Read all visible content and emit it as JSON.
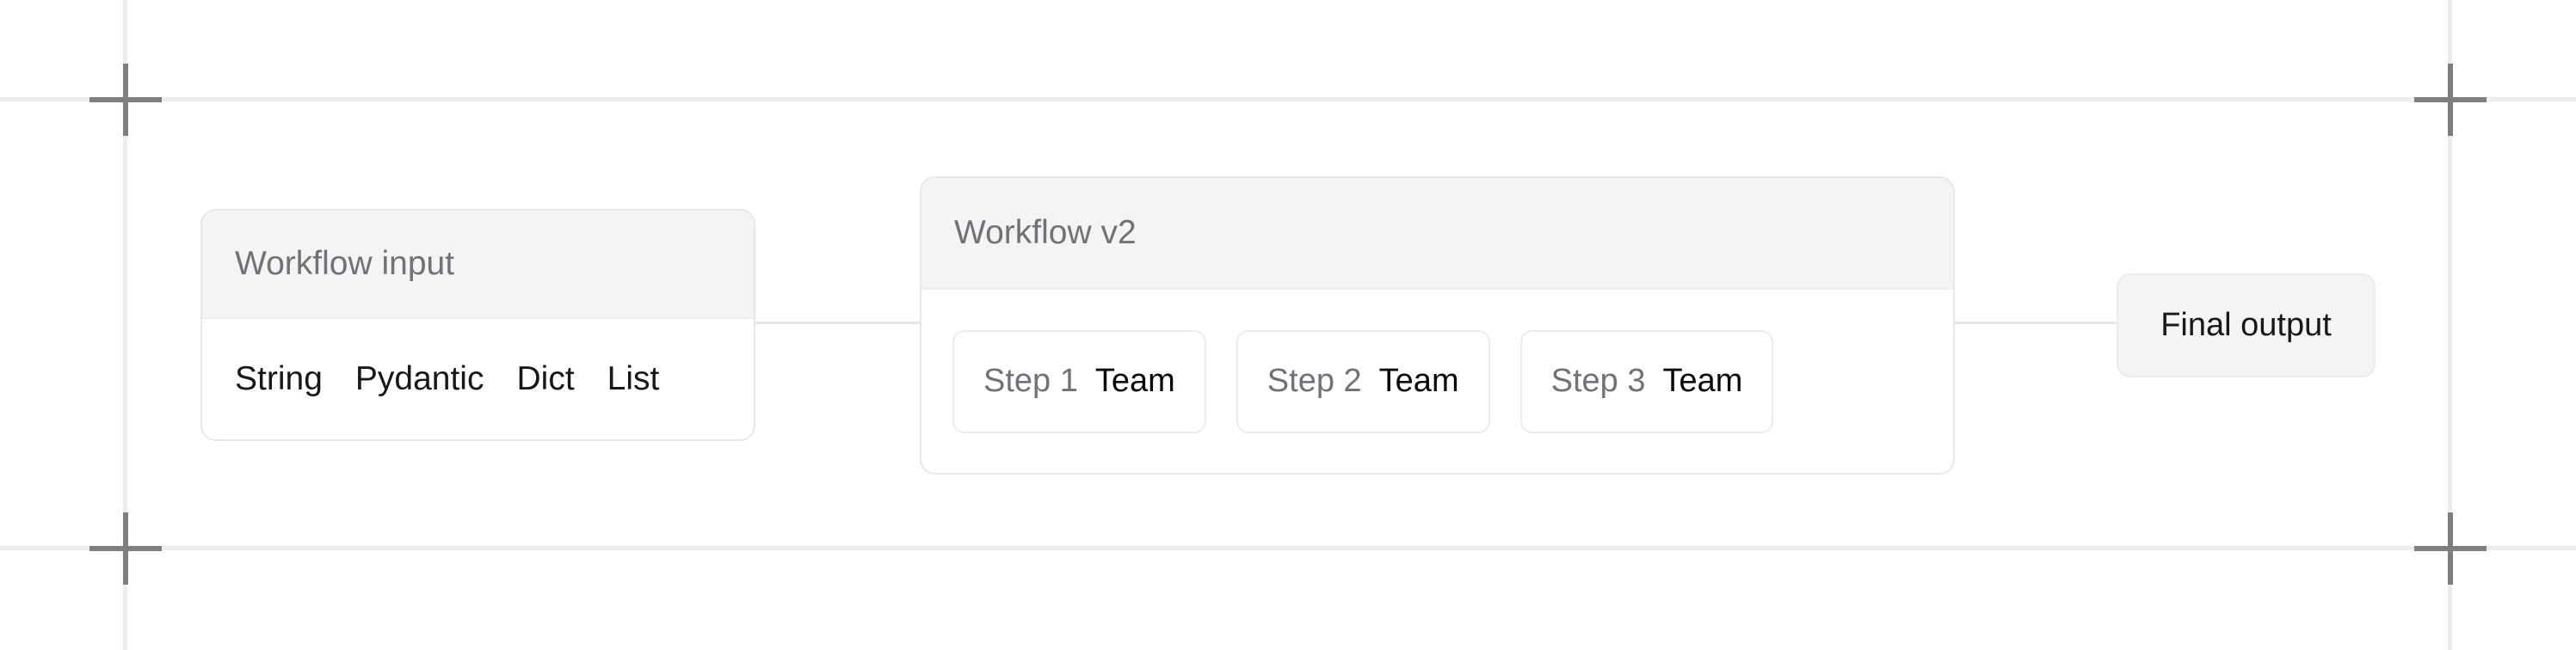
{
  "canvas": {
    "background_color": "#ffffff",
    "guide_color": "#ededed",
    "crosshair_color": "#7e7e7e",
    "edge_color": "#e6e6e6"
  },
  "nodes": {
    "workflow_input": {
      "title": "Workflow input",
      "title_color": "#71717a",
      "header_background": "#f4f4f5",
      "input_types": [
        {
          "label": "String"
        },
        {
          "label": "Pydantic"
        },
        {
          "label": "Dict"
        },
        {
          "label": "List"
        }
      ]
    },
    "workflow_v2": {
      "title": "Workflow v2",
      "title_color": "#71717a",
      "header_background": "#f4f4f5",
      "steps": [
        {
          "label": "Step 1",
          "kind": "Team"
        },
        {
          "label": "Step 2",
          "kind": "Team"
        },
        {
          "label": "Step 3",
          "kind": "Team"
        }
      ]
    },
    "final_output": {
      "label": "Final output",
      "background": "#f4f4f5",
      "label_color": "#18181b"
    }
  }
}
